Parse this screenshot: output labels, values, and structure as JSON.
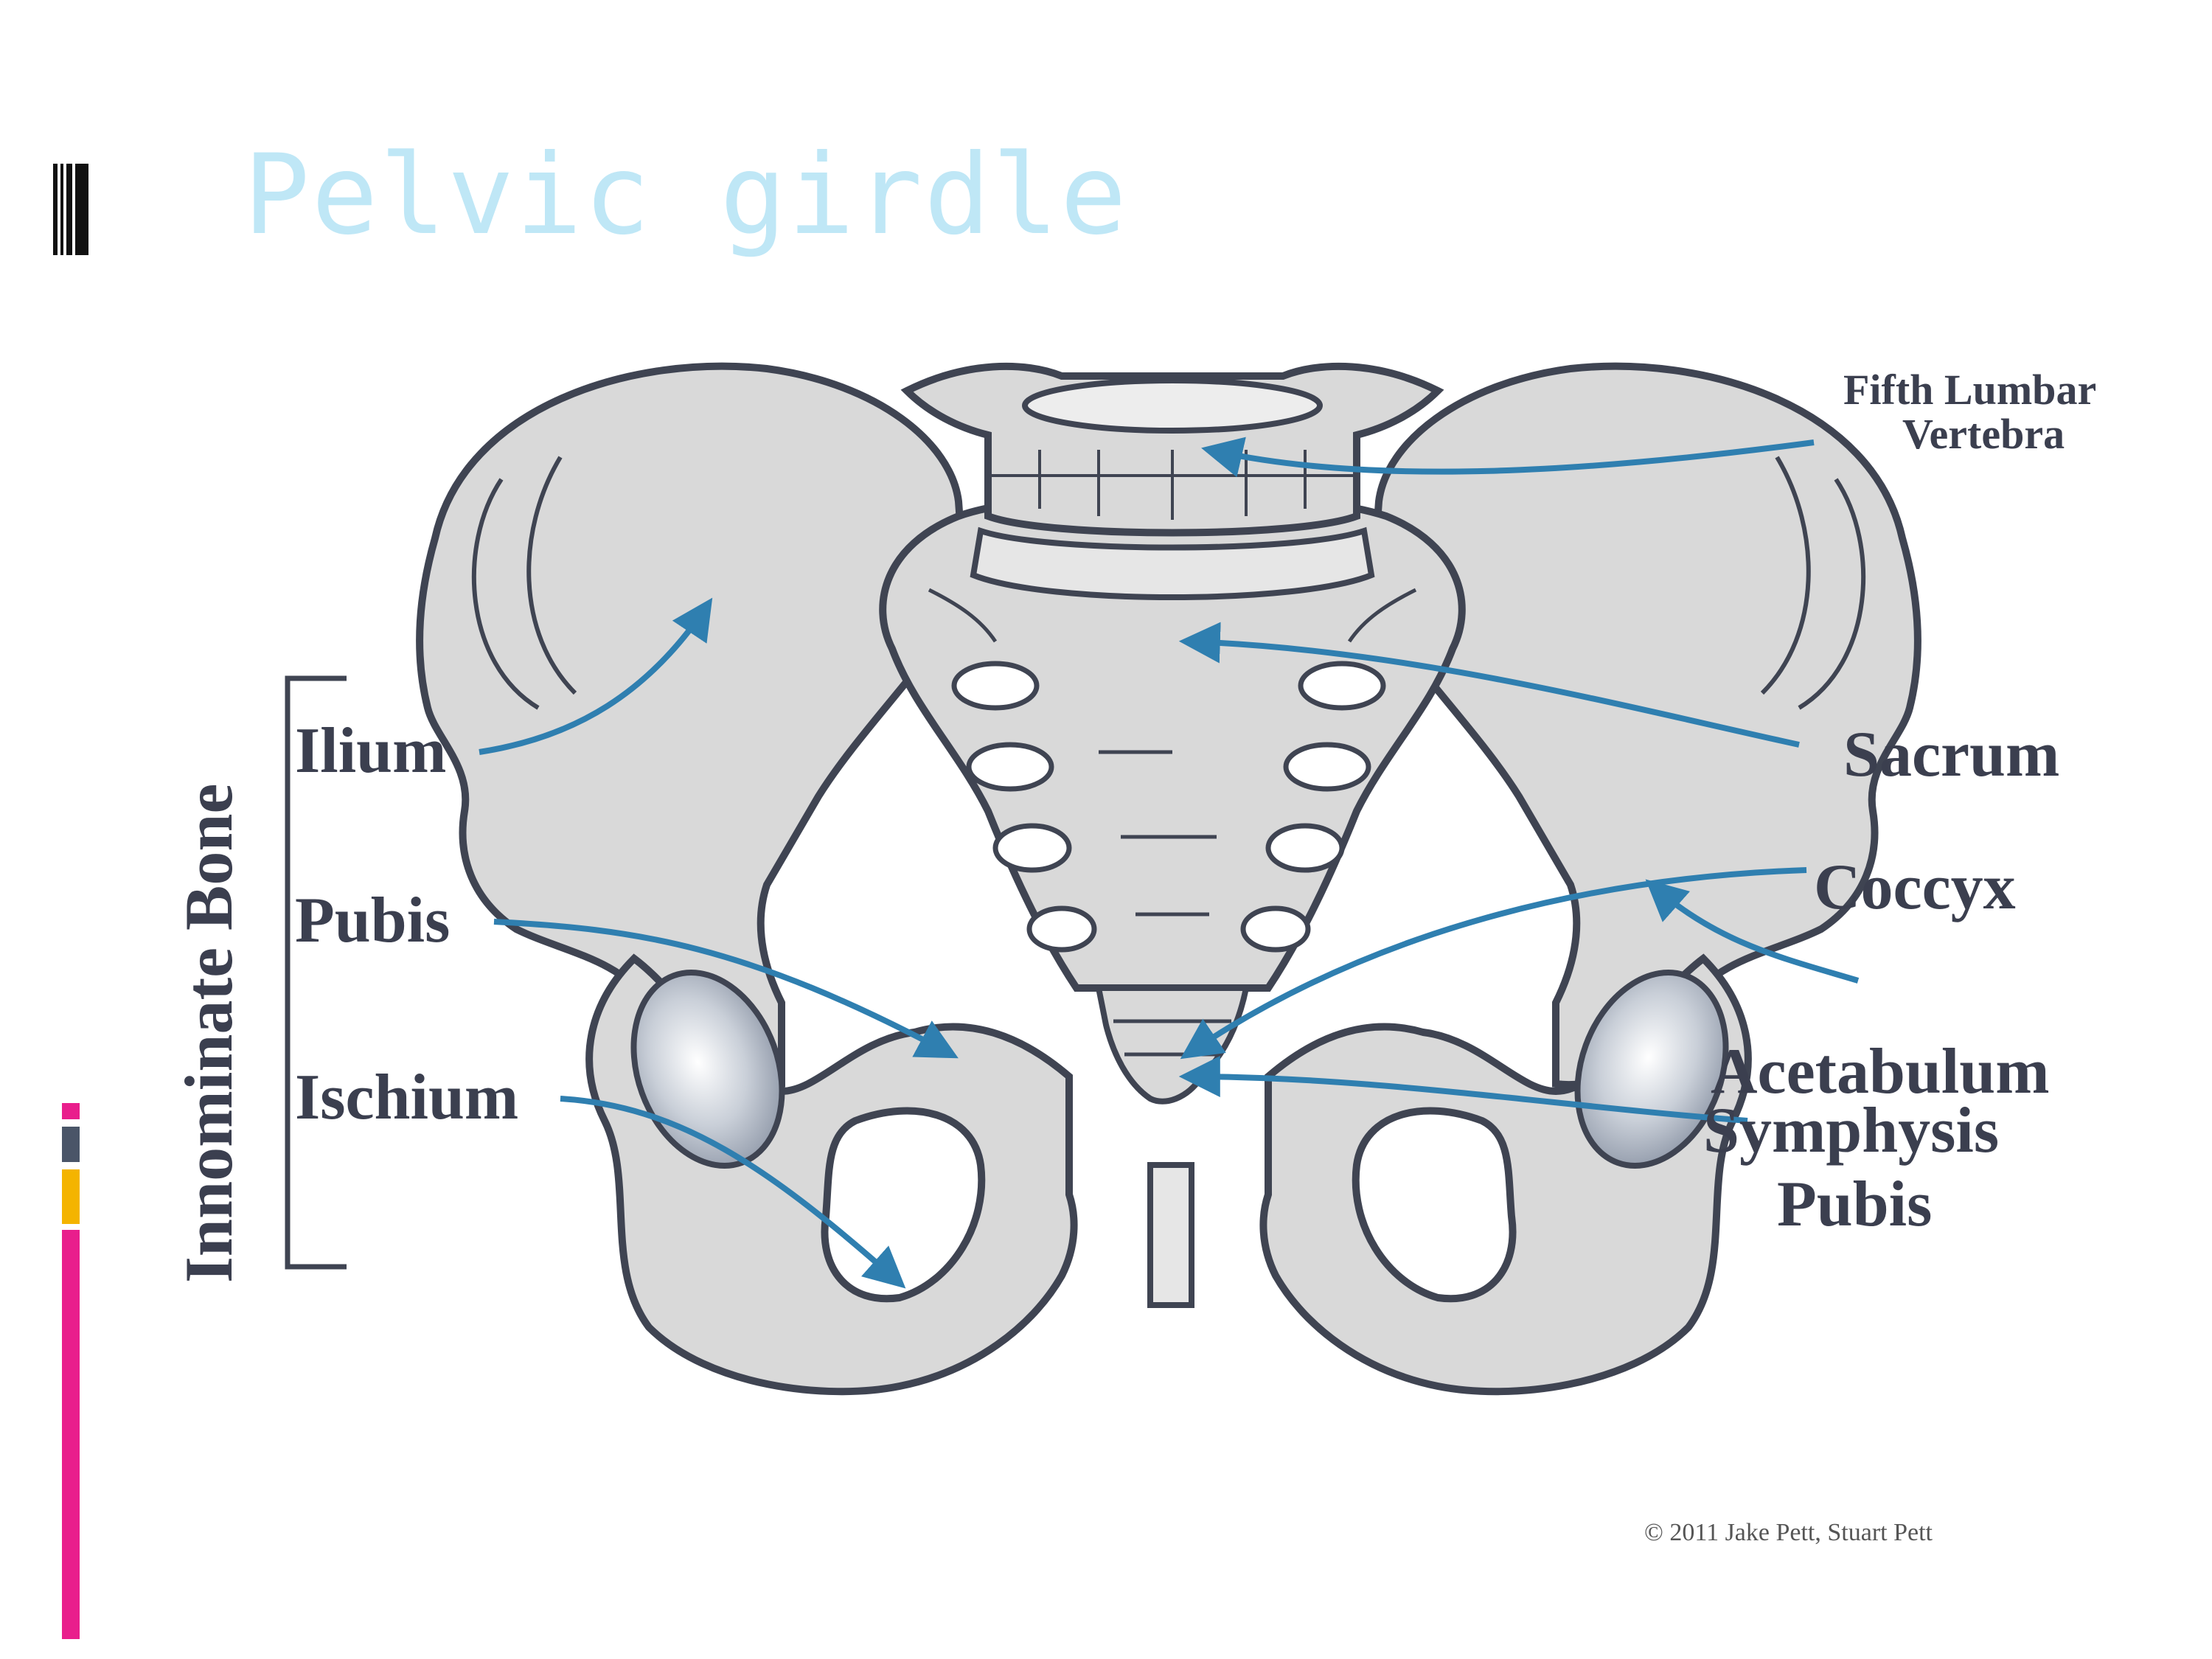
{
  "slide": {
    "title": "Pelvic girdle",
    "accent_colors": {
      "bullet": "#111111",
      "bar_pink": "#e91e8c",
      "bar_slate": "#4a5568",
      "bar_gold": "#f4b400",
      "title_color": "#bfe7f6"
    }
  },
  "diagram": {
    "group_label": "Innominate Bone",
    "labels": {
      "ilium": "Ilium",
      "pubis": "Pubis",
      "ischium": "Ischium",
      "fifth_lumbar_line1": "Fifth Lumbar",
      "fifth_lumbar_line2": "Vertebra",
      "sacrum": "Sacrum",
      "coccyx": "Coccyx",
      "acetabulum": "Acetabulum",
      "symphysis_line1": "Symphysis",
      "symphysis_line2": "Pubis"
    },
    "copyright": "© 2011 Jake Pett, Stuart Pett",
    "colors": {
      "bone": "#d9d9d9",
      "outline": "#3f4452",
      "arrow": "#2f7fb0"
    }
  }
}
